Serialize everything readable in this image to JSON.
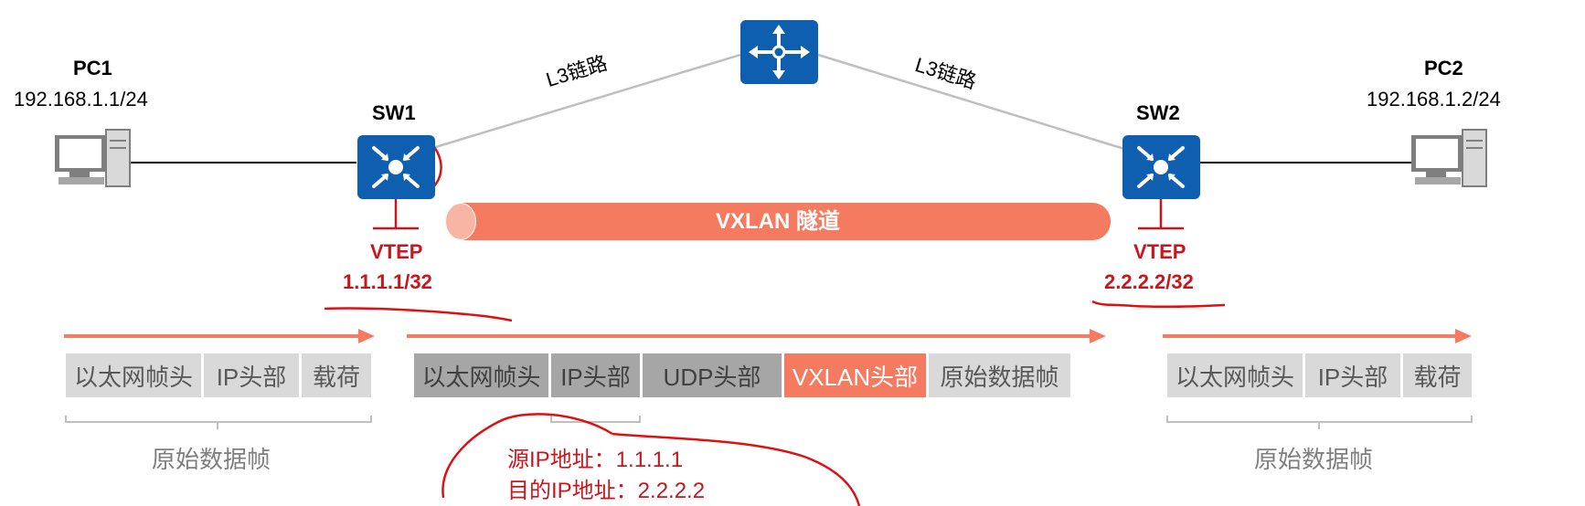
{
  "devices": {
    "pc1": {
      "name": "PC1",
      "ip": "192.168.1.1/24",
      "icon": "computer-icon"
    },
    "pc2": {
      "name": "PC2",
      "ip": "192.168.1.2/24",
      "icon": "computer-icon"
    },
    "sw1": {
      "name": "SW1",
      "icon": "l3-switch-icon",
      "vtep_label": "VTEP",
      "vtep_ip": "1.1.1.1/32"
    },
    "sw2": {
      "name": "SW2",
      "icon": "l3-switch-icon",
      "vtep_label": "VTEP",
      "vtep_ip": "2.2.2.2/32"
    },
    "router": {
      "icon": "router-icon"
    }
  },
  "links": {
    "left_l3": "L3链路",
    "right_l3": "L3链路"
  },
  "tunnel": {
    "label": "VXLAN 隧道"
  },
  "frames": {
    "left": {
      "cells": [
        "以太网帧头",
        "IP头部",
        "载荷"
      ],
      "caption": "原始数据帧"
    },
    "middle": {
      "cells": [
        "以太网帧头",
        "IP头部",
        "UDP头部",
        "VXLAN头部",
        "原始数据帧"
      ]
    },
    "right": {
      "cells": [
        "以太网帧头",
        "IP头部",
        "载荷"
      ],
      "caption": "原始数据帧"
    }
  },
  "annotation": {
    "src": "源IP地址：1.1.1.1",
    "dst": "目的IP地址：2.2.2.2"
  },
  "colors": {
    "device_blue": "#0f5fb0",
    "accent_orange": "#f47b5f",
    "vtep_red": "#c8161d",
    "cell_light": "#d9d9d9",
    "cell_dark": "#a6a6a6"
  }
}
